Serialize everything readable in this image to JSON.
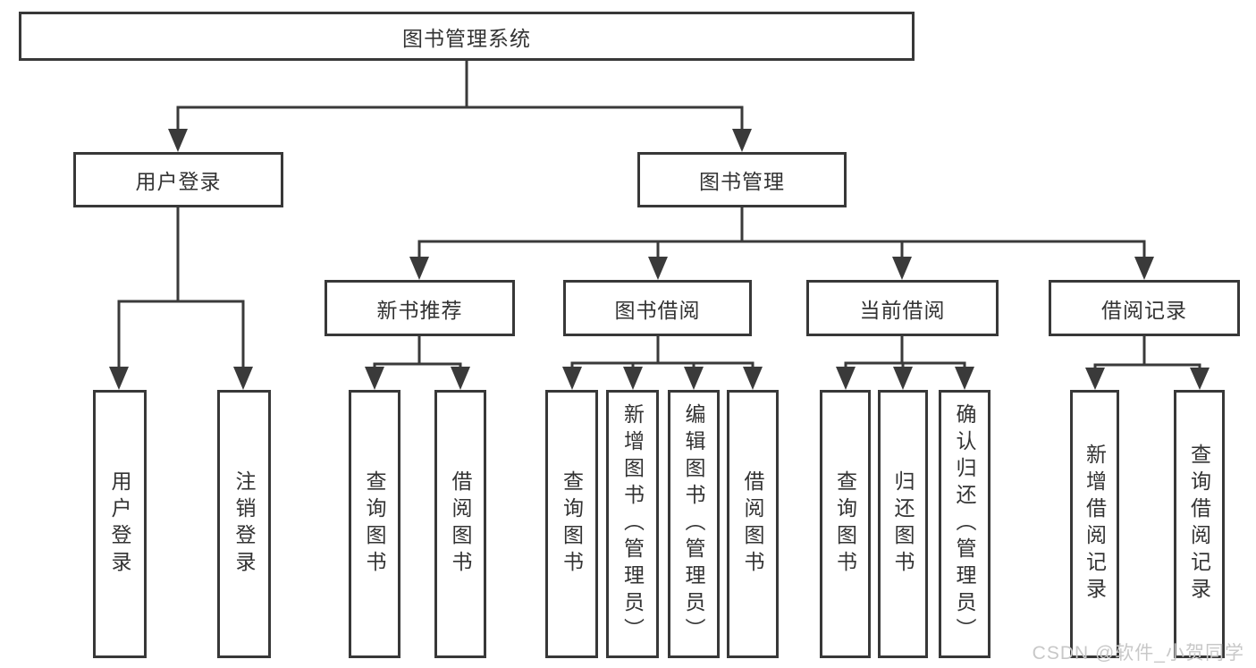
{
  "diagram_type": "hierarchy-tree",
  "colors": {
    "line": "#3a3a3a",
    "box_border": "#383838",
    "text": "#333333",
    "watermark": "#c8c8c8",
    "background": "#ffffff"
  },
  "tree": {
    "root": {
      "label": "图书管理系统"
    },
    "children": [
      {
        "label": "用户登录",
        "children": [
          {
            "label": "用户登录"
          },
          {
            "label": "注销登录"
          }
        ]
      },
      {
        "label": "图书管理",
        "children": [
          {
            "label": "新书推荐",
            "children": [
              {
                "label": "查询图书"
              },
              {
                "label": "借阅图书"
              }
            ]
          },
          {
            "label": "图书借阅",
            "children": [
              {
                "label": "查询图书"
              },
              {
                "label": "新增图书（管理员）"
              },
              {
                "label": "编辑图书（管理员）"
              },
              {
                "label": "借阅图书"
              }
            ]
          },
          {
            "label": "当前借阅",
            "children": [
              {
                "label": "查询图书"
              },
              {
                "label": "归还图书"
              },
              {
                "label": "确认归还（管理员）"
              }
            ]
          },
          {
            "label": "借阅记录",
            "children": [
              {
                "label": "新增借阅记录"
              },
              {
                "label": "查询借阅记录"
              }
            ]
          }
        ]
      }
    ]
  },
  "watermark": {
    "text": "CSDN @软件_小贺同学"
  }
}
